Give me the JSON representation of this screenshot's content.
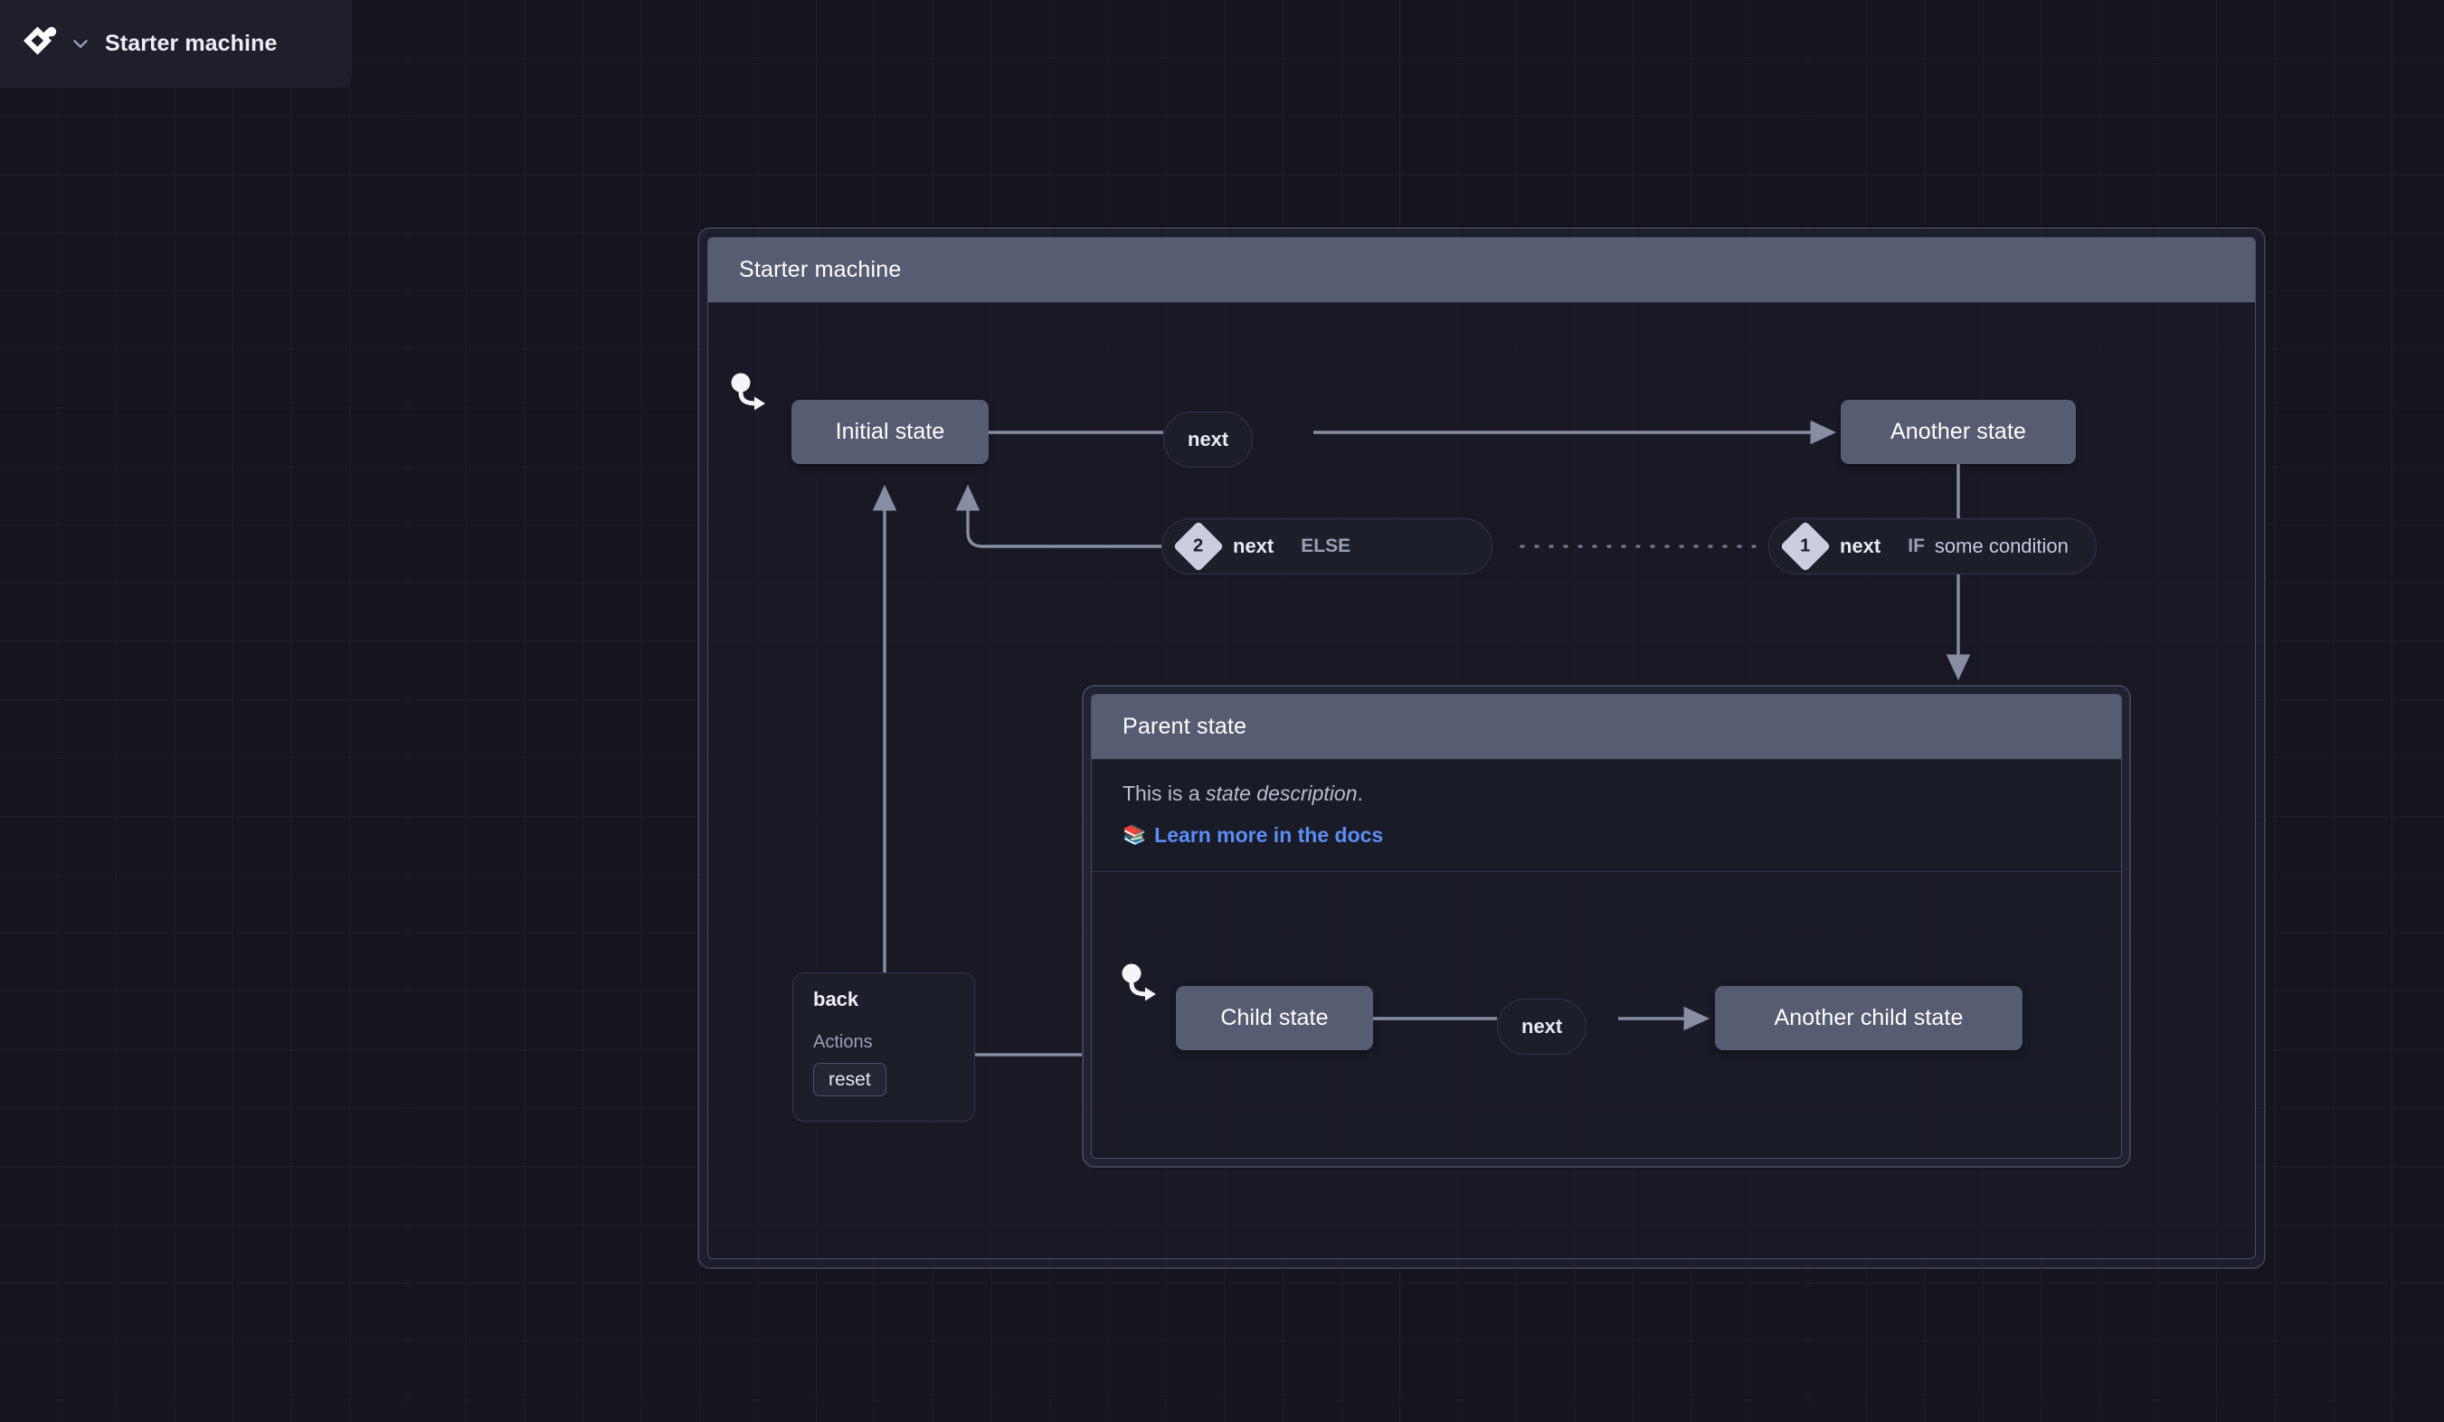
{
  "app": {
    "background_color": "#14151f",
    "accent_color": "#5b8cf7",
    "state_node_color": "#565d72"
  },
  "topbar": {
    "logo_icon": "stately-logo-icon",
    "chevron_icon": "chevron-down-icon",
    "title": "Starter machine"
  },
  "machine": {
    "title": "Starter machine",
    "states": {
      "initial": "Initial state",
      "another": "Another state"
    },
    "transitions": {
      "next_top": {
        "event": "next"
      },
      "next_else": {
        "order": "2",
        "event": "next",
        "guard_keyword": "ELSE",
        "guard_value": ""
      },
      "next_if": {
        "order": "1",
        "event": "next",
        "guard_keyword": "IF",
        "guard_value": "some condition"
      },
      "back": {
        "event": "back",
        "actions_label": "Actions",
        "actions": [
          "reset"
        ]
      }
    }
  },
  "parent_state": {
    "title": "Parent state",
    "description_prefix": "This is a ",
    "description_emphasis": "state description",
    "description_suffix": ".",
    "docs_emoji": "📚",
    "docs_link": "Learn more in the docs",
    "states": {
      "child": "Child state",
      "another_child": "Another child state"
    },
    "transitions": {
      "next_child": {
        "event": "next"
      }
    }
  }
}
